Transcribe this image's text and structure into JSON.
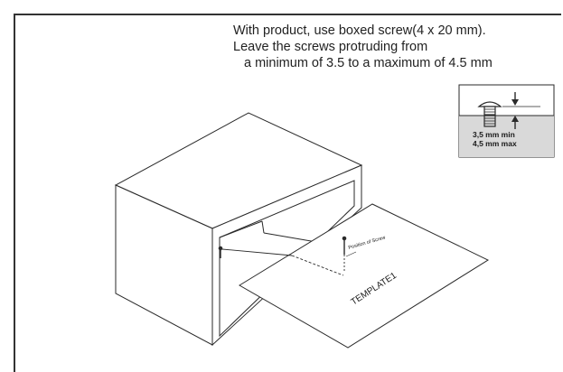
{
  "instructions": {
    "line1": "With product, use boxed screw(4 x 20 mm).",
    "line2": "Leave the screws protruding from",
    "line3": "a minimum of 3.5 to a maximum of 4.5 mm"
  },
  "screw_detail": {
    "min_label": "3,5 mm min",
    "max_label": "4,5 mm max"
  },
  "template": {
    "title": "TEMPLATE1",
    "position_label": "Position of Screw"
  },
  "colors": {
    "line": "#2a2a2a",
    "wall_fill": "#d9d9d9",
    "paper": "#ffffff"
  }
}
